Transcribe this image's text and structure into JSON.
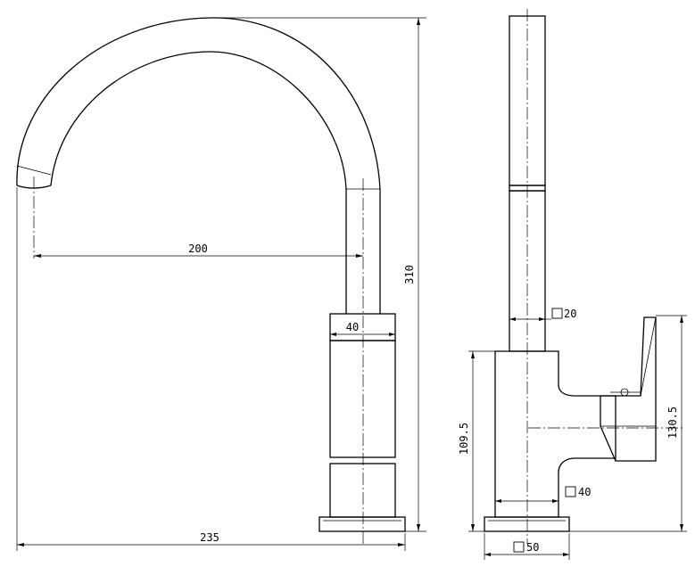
{
  "dimensions": {
    "spout_reach": "200",
    "total_height": "310",
    "body_width_front": "40",
    "total_width": "235",
    "spout_square": "20",
    "lever_height_short": "109.5",
    "lever_height_tall": "130.5",
    "body_square": "40",
    "base_square": "50"
  },
  "symbols": {
    "square_symbol": "square-section-icon"
  }
}
